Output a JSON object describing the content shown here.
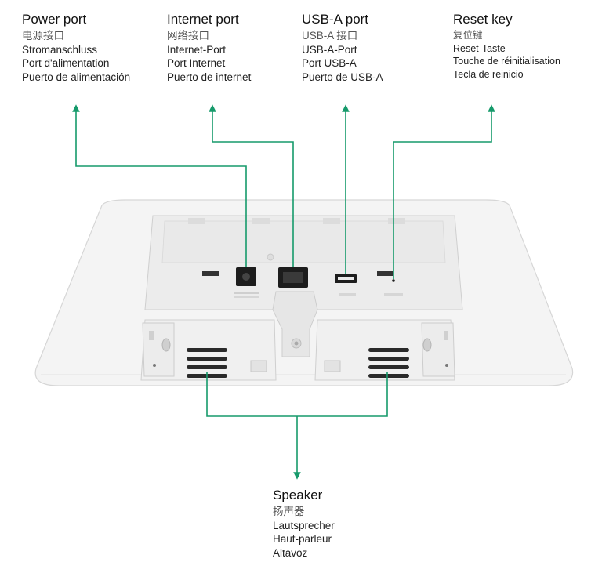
{
  "colors": {
    "leader": "#169a6b",
    "device": "#f2f2f2",
    "device_edge": "#d4d4d4",
    "port_dark": "#222222"
  },
  "labels": {
    "power": {
      "title": "Power port",
      "lines": [
        "电源接口",
        "Stromanschluss",
        "Port d'alimentation",
        "Puerto de alimentación"
      ]
    },
    "internet": {
      "title": "Internet port",
      "lines": [
        "网络接口",
        "Internet-Port",
        "Port Internet",
        "Puerto de internet"
      ]
    },
    "usb": {
      "title": "USB-A port",
      "lines": [
        "USB-A 接口",
        "USB-A-Port",
        "Port USB-A",
        "Puerto de USB-A"
      ]
    },
    "reset": {
      "title": "Reset key",
      "lines": [
        "复位键",
        "Reset-Taste",
        "Touche de réinitialisation",
        "Tecla de reinicio"
      ]
    },
    "speaker": {
      "title": "Speaker",
      "lines": [
        "扬声器",
        "Lautsprecher",
        "Haut-parleur",
        "Altavoz"
      ]
    }
  }
}
